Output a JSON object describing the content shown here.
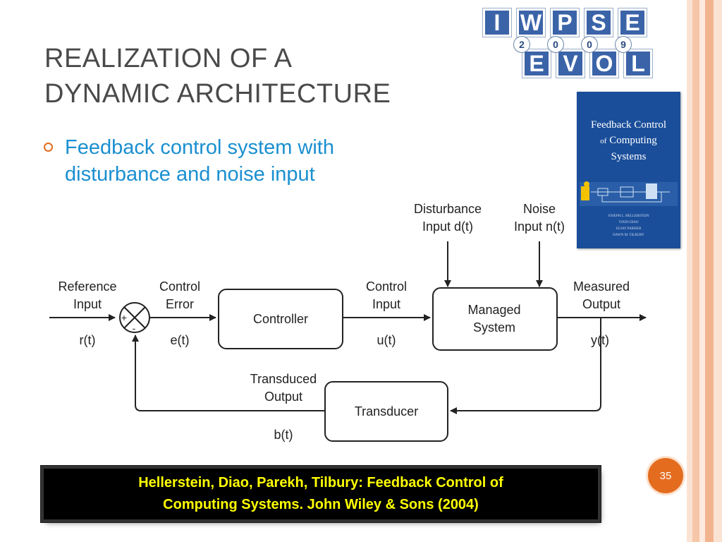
{
  "slide": {
    "title_lines": [
      "REALIZATION OF A",
      "DYNAMIC ARCHITECTURE"
    ],
    "bullet_lines": [
      "Feedback control system with",
      "disturbance and noise input"
    ],
    "page_number": "35"
  },
  "logo": {
    "top_letters": [
      "I",
      "W",
      "P",
      "S",
      "E"
    ],
    "bottom_letters": [
      "E",
      "V",
      "O",
      "L"
    ],
    "year_digits": [
      "2",
      "0",
      "0",
      "9"
    ]
  },
  "book": {
    "title_line1": "Feedback Control",
    "title_of": "of",
    "title_line2": "Computing",
    "title_line3": "Systems",
    "authors": [
      "JOSEPH L. HELLERSTEIN",
      "YIXIN DIAO",
      "SUJAY PAREKH",
      "DAWN M. TILBURY"
    ]
  },
  "diagram": {
    "reference_input": [
      "Reference",
      "Input"
    ],
    "r": "r(t)",
    "control_error": [
      "Control",
      "Error"
    ],
    "e": "e(t)",
    "controller": "Controller",
    "control_input": [
      "Control",
      "Input"
    ],
    "u": "u(t)",
    "managed_system": [
      "Managed",
      "System"
    ],
    "disturbance_input": [
      "Disturbance",
      "Input d(t)"
    ],
    "noise_input": [
      "Noise",
      "Input n(t)"
    ],
    "measured_output": [
      "Measured",
      "Output"
    ],
    "y": "y(t)",
    "transducer": "Transducer",
    "transduced_output": [
      "Transduced",
      "Output"
    ],
    "b": "b(t)",
    "plus_sign": "+",
    "minus_sign": "-"
  },
  "reference": {
    "line1": "Hellerstein, Diao, Parekh, Tilbury: Feedback Control of",
    "line2": "Computing Systems. John Wiley & Sons (2004)"
  },
  "colors": {
    "title": "#4a4a4a",
    "bullet_text": "#1a8fd0",
    "accent_orange": "#e46c1f",
    "logo_blue": "#3b64a8",
    "book_blue": "#1a4e9a",
    "reference_text": "#ffff00",
    "stripes": [
      "#fbe3d4",
      "#f6c6a8",
      "#fde9de",
      "#f2b48f",
      "#fbe3d4"
    ]
  }
}
